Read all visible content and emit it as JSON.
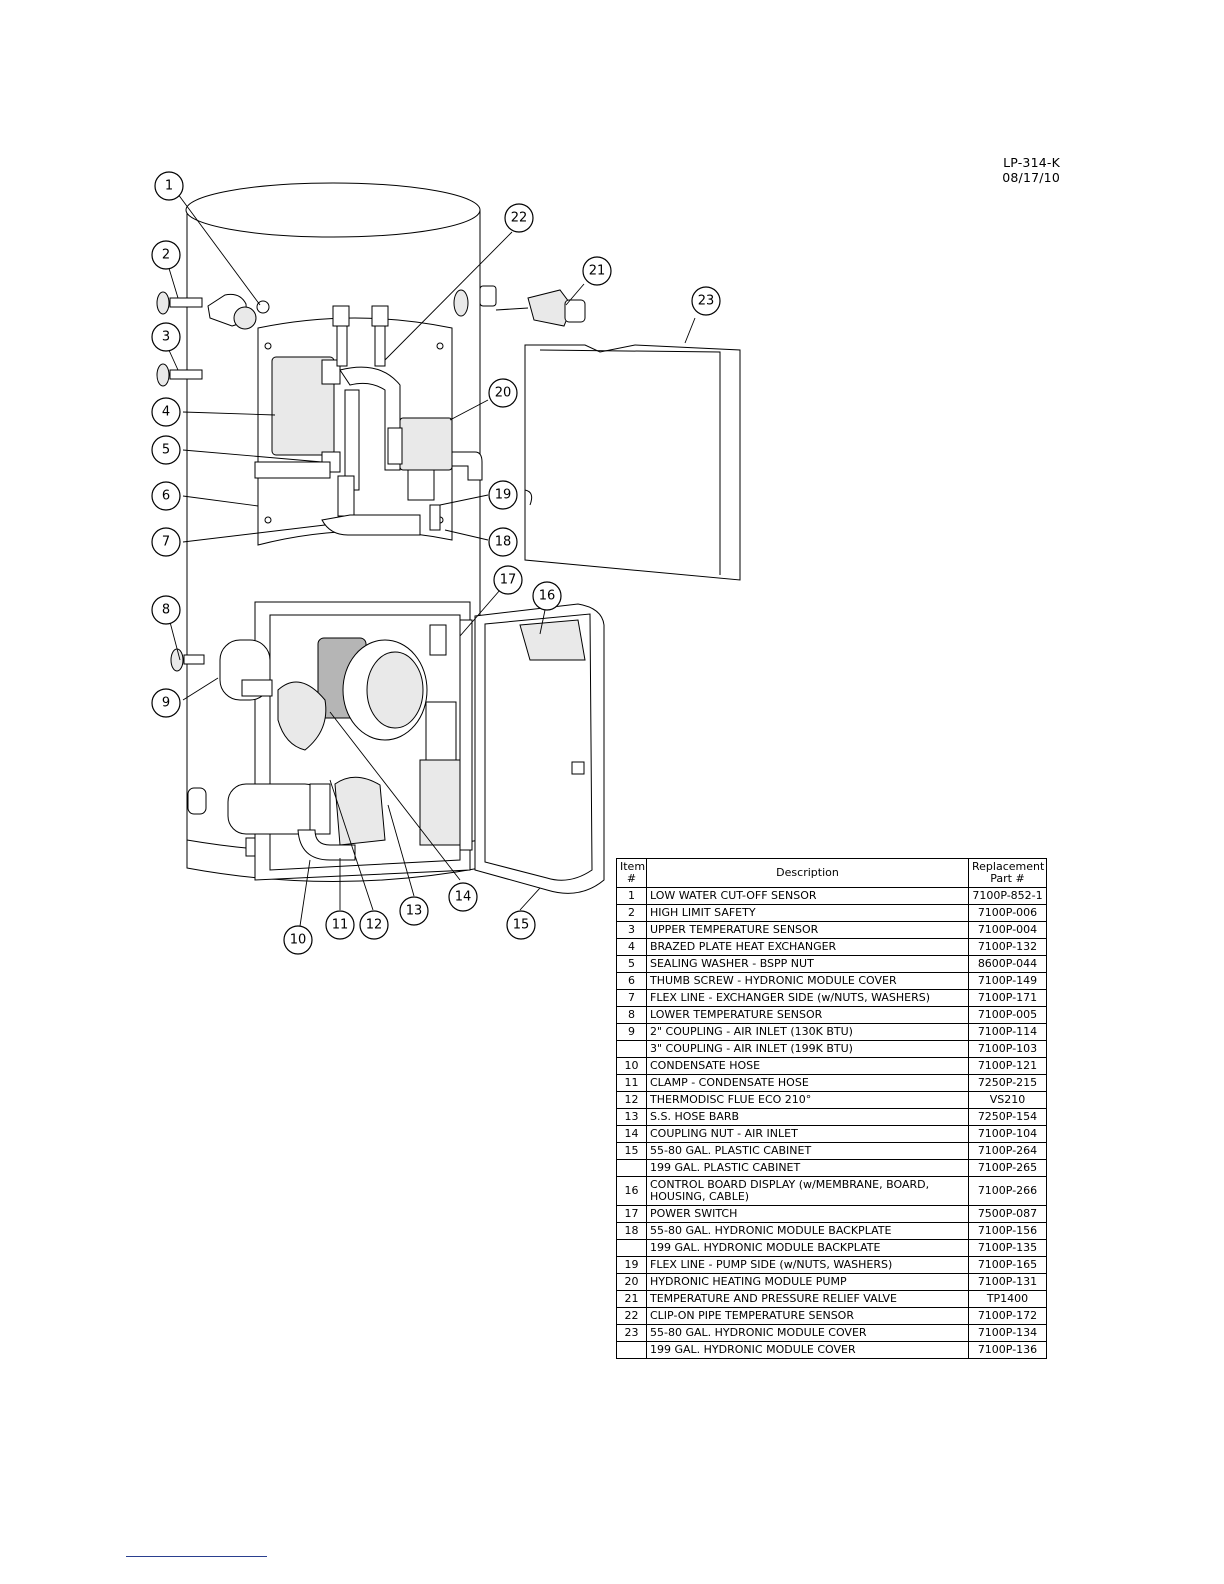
{
  "document": {
    "code": "LP-314-K",
    "date": "08/17/10"
  },
  "callouts": [
    "1",
    "2",
    "3",
    "4",
    "5",
    "6",
    "7",
    "8",
    "9",
    "10",
    "11",
    "12",
    "13",
    "14",
    "15",
    "16",
    "17",
    "18",
    "19",
    "20",
    "21",
    "22",
    "23"
  ],
  "parts_table": {
    "headers": {
      "item": "Item #",
      "description": "Description",
      "part": "Replacement Part #"
    },
    "rows": [
      {
        "item": "1",
        "description": "LOW WATER CUT-OFF SENSOR",
        "part": "7100P-852-1"
      },
      {
        "item": "2",
        "description": "HIGH LIMIT SAFETY",
        "part": "7100P-006"
      },
      {
        "item": "3",
        "description": "UPPER TEMPERATURE SENSOR",
        "part": "7100P-004"
      },
      {
        "item": "4",
        "description": "BRAZED PLATE HEAT EXCHANGER",
        "part": "7100P-132"
      },
      {
        "item": "5",
        "description": "SEALING WASHER - BSPP NUT",
        "part": "8600P-044"
      },
      {
        "item": "6",
        "description": "THUMB SCREW - HYDRONIC MODULE COVER",
        "part": "7100P-149"
      },
      {
        "item": "7",
        "description": "FLEX LINE - EXCHANGER SIDE (w/NUTS, WASHERS)",
        "part": "7100P-171"
      },
      {
        "item": "8",
        "description": "LOWER TEMPERATURE SENSOR",
        "part": "7100P-005"
      },
      {
        "item": "9",
        "description": "2\" COUPLING - AIR INLET (130K BTU)",
        "part": "7100P-114"
      },
      {
        "item": "",
        "description": "3\" COUPLING - AIR INLET (199K BTU)",
        "part": "7100P-103"
      },
      {
        "item": "10",
        "description": "CONDENSATE HOSE",
        "part": "7100P-121"
      },
      {
        "item": "11",
        "description": "CLAMP - CONDENSATE HOSE",
        "part": "7250P-215"
      },
      {
        "item": "12",
        "description": "THERMODISC FLUE ECO 210°",
        "part": "VS210"
      },
      {
        "item": "13",
        "description": "S.S. HOSE BARB",
        "part": "7250P-154"
      },
      {
        "item": "14",
        "description": "COUPLING NUT - AIR INLET",
        "part": "7100P-104"
      },
      {
        "item": "15",
        "description": "55-80 GAL. PLASTIC CABINET",
        "part": "7100P-264"
      },
      {
        "item": "",
        "description": "199 GAL. PLASTIC CABINET",
        "part": "7100P-265"
      },
      {
        "item": "16",
        "description": "CONTROL BOARD DISPLAY (w/MEMBRANE, BOARD, HOUSING, CABLE)",
        "part": "7100P-266"
      },
      {
        "item": "17",
        "description": "POWER SWITCH",
        "part": "7500P-087"
      },
      {
        "item": "18",
        "description": "55-80 GAL. HYDRONIC MODULE BACKPLATE",
        "part": "7100P-156"
      },
      {
        "item": "",
        "description": "199 GAL. HYDRONIC MODULE BACKPLATE",
        "part": "7100P-135"
      },
      {
        "item": "19",
        "description": "FLEX LINE - PUMP SIDE (w/NUTS, WASHERS)",
        "part": "7100P-165"
      },
      {
        "item": "20",
        "description": "HYDRONIC HEATING MODULE PUMP",
        "part": "7100P-131"
      },
      {
        "item": "21",
        "description": "TEMPERATURE AND PRESSURE RELIEF VALVE",
        "part": "TP1400"
      },
      {
        "item": "22",
        "description": "CLIP-ON PIPE TEMPERATURE SENSOR",
        "part": "7100P-172"
      },
      {
        "item": "23",
        "description": "55-80 GAL. HYDRONIC MODULE COVER",
        "part": "7100P-134"
      },
      {
        "item": "",
        "description": "199 GAL. HYDRONIC MODULE COVER",
        "part": "7100P-136"
      }
    ]
  }
}
